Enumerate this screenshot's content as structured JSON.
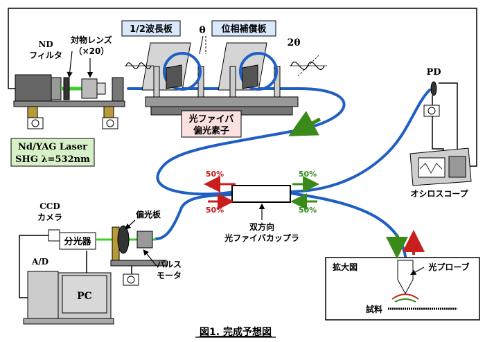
{
  "labels": {
    "nd_filter": [
      "ND",
      "フィルタ"
    ],
    "objective": [
      "対物レンズ",
      "（×20）"
    ],
    "half_wave": "1/2波長板",
    "phase_comp": "位相補償板",
    "theta": "θ",
    "two_theta": "2θ",
    "fiber_polarizer": [
      "光ファイバ",
      "偏光素子"
    ],
    "laser": [
      "Nd/YAG Laser",
      "SHG λ=532nm"
    ],
    "pd": "PD",
    "oscilloscope": "オシロスコープ",
    "coupler_pct": [
      "50%",
      "50%",
      "50%",
      "50%"
    ],
    "coupler": [
      "双方向",
      "光ファイバカップラ"
    ],
    "ccd": [
      "CCD",
      "カメラ"
    ],
    "spectrometer": "分光器",
    "polarizer": "偏光板",
    "pulse_motor": [
      "パルス",
      "モータ"
    ],
    "ad": "A/D",
    "pc": "PC",
    "enlarged": "拡大図",
    "probe": "光プローブ",
    "sample": "試料",
    "caption": "図1. 完成予想図"
  },
  "colors": {
    "fiber": "#1f5fc4",
    "laser_beam": "#39d12b",
    "red_arrow": "#c81e1e",
    "green_arrow": "#3a8a1a",
    "laser_label_bg": "#d8f0c8",
    "fiber_pol_bg": "#fbe0e0",
    "half_wave_bg": "#d9e8fb"
  }
}
